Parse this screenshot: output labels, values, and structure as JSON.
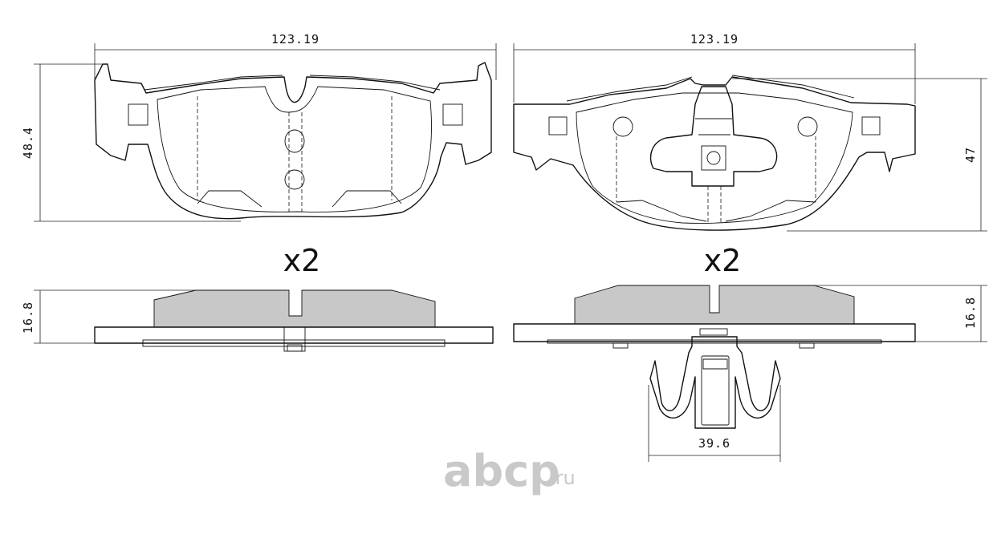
{
  "dimensions": {
    "left_pad_width": "123.19",
    "right_pad_width": "123.19",
    "left_pad_height": "48.4",
    "right_pad_height": "47",
    "left_pad_thickness": "16.8",
    "right_pad_thickness": "16.8",
    "clip_width": "39.6"
  },
  "quantities": {
    "left": "x2",
    "right": "x2"
  },
  "watermark": {
    "brand": "abcp",
    "domain": ".ru"
  },
  "colors": {
    "line": "#111111",
    "friction_material": "#c8c8c8",
    "watermark": "#c9c9c9"
  }
}
